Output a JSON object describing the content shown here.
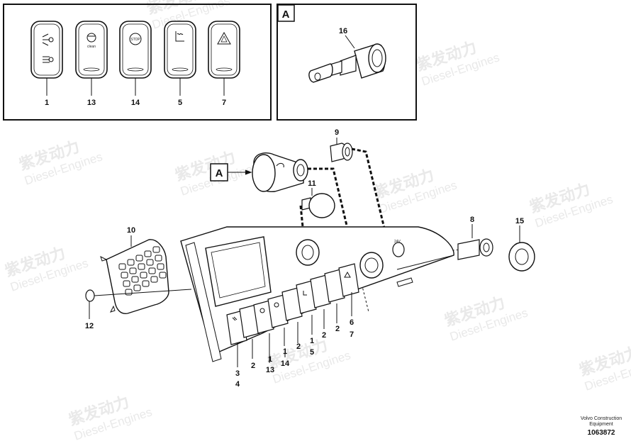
{
  "watermark": {
    "cn": "紫发动力",
    "en": "Diesel-Engines"
  },
  "inset_switches": {
    "labels": [
      "1",
      "13",
      "14",
      "5",
      "7"
    ],
    "text_clean": "clean",
    "text_stop": "STOP"
  },
  "inset_key": {
    "letter": "A",
    "part_label": "16"
  },
  "callout": {
    "letter": "A"
  },
  "panel_text": {
    "voltage": "24V"
  },
  "part_labels": {
    "p9": "9",
    "p11": "11",
    "p10": "10",
    "p12": "12",
    "p8": "8",
    "p15": "15",
    "b3": "3",
    "b4": "4",
    "b2a": "2",
    "b1a": "1",
    "b13": "13",
    "b1b": "1",
    "b14": "14",
    "b2b": "2",
    "b1c": "1",
    "b5": "5",
    "b2c": "2",
    "b2d": "2",
    "b6": "6",
    "b7": "7"
  },
  "credit": {
    "line1": "Volvo Construction",
    "line2": "Equipment",
    "code": "1063872"
  }
}
